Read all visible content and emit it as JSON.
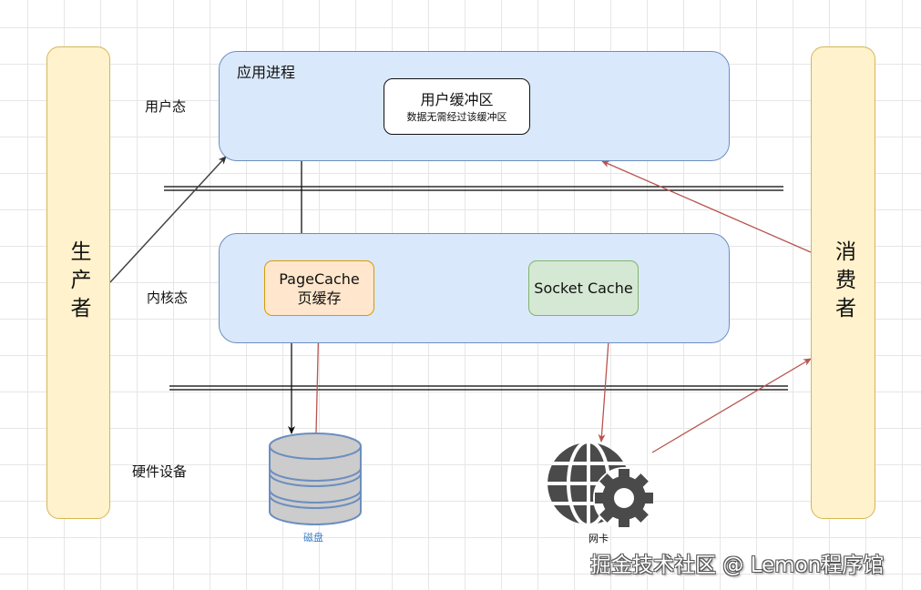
{
  "actors": {
    "producer": "生产者",
    "consumer": "消费者"
  },
  "layers": {
    "user_mode": "用户态",
    "kernel_mode": "内核态",
    "hardware": "硬件设备"
  },
  "app_process": {
    "title": "应用进程",
    "user_buffer": {
      "title": "用户缓冲区",
      "note": "数据无需经过该缓冲区"
    }
  },
  "kernel": {
    "page_cache": {
      "line1": "PageCache",
      "line2": "页缓存"
    },
    "socket_cache": "Socket Cache"
  },
  "devices": {
    "disk": {
      "label": "磁盘",
      "icon": "database-cylinder-icon"
    },
    "nic": {
      "label": "网卡",
      "icon": "globe-gear-icon"
    }
  },
  "colors": {
    "actor_fill": "#fff2cc",
    "actor_border": "#d6b656",
    "zone_fill": "#dae8fc",
    "zone_border": "#6c8ebf",
    "page_cache_fill": "#ffe6cc",
    "socket_cache_fill": "#d5e8d4",
    "data_flow_arrow": "#b85450",
    "control_arrow": "#000000"
  },
  "watermark": "掘金技术社区 @ Lemon程序馆"
}
